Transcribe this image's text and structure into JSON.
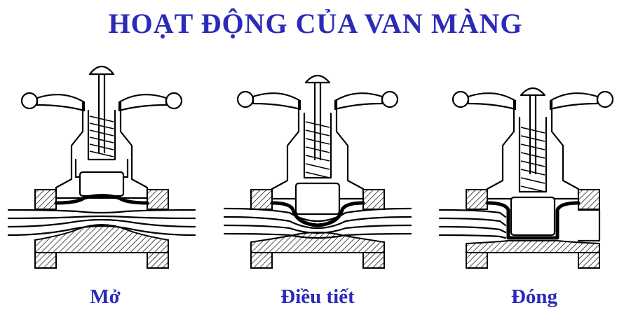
{
  "title": "HOẠT ĐỘNG CỦA VAN MÀNG",
  "colors": {
    "title": "#2b2bb8",
    "caption": "#2b2bb8",
    "drawing": "#000000"
  },
  "valves": [
    {
      "id": "open",
      "label": "Mở"
    },
    {
      "id": "throttle",
      "label": "Điều tiết"
    },
    {
      "id": "closed",
      "label": "Đóng"
    }
  ]
}
